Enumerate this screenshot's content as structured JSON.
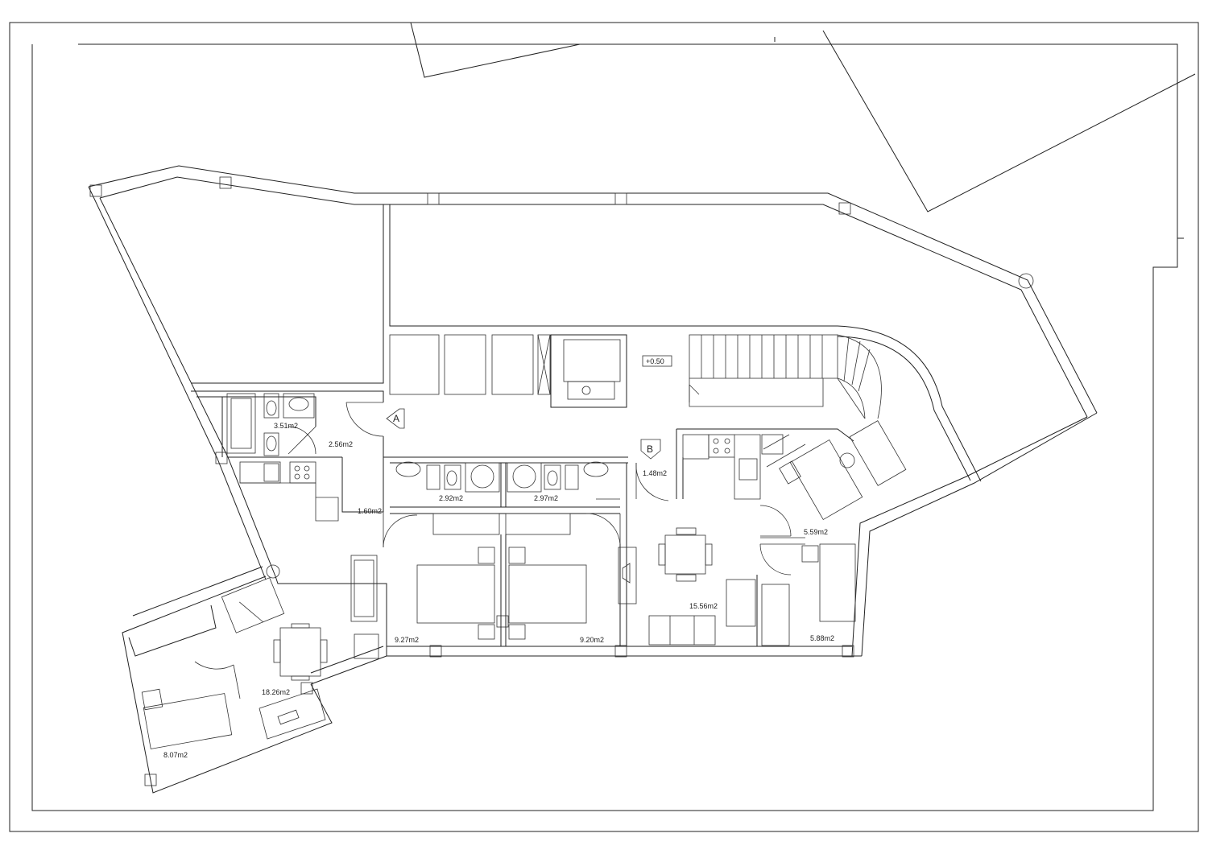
{
  "drawing": {
    "level_marker": "+0.50",
    "section_markers": [
      "A",
      "B"
    ]
  },
  "rooms": [
    {
      "id": "bath-left",
      "area": "3.51m2"
    },
    {
      "id": "hall-left",
      "area": "2.56m2"
    },
    {
      "id": "corridor-left",
      "area": "1.60m2"
    },
    {
      "id": "bath-center-left",
      "area": "2.92m2"
    },
    {
      "id": "bath-center-right",
      "area": "2.97m2"
    },
    {
      "id": "hall-right",
      "area": "1.48m2"
    },
    {
      "id": "terrace-right",
      "area": "5.59m2"
    },
    {
      "id": "living-right",
      "area": "15.56m2"
    },
    {
      "id": "bedroom-right",
      "area": "5.88m2"
    },
    {
      "id": "bedroom-center-left",
      "area": "9.27m2"
    },
    {
      "id": "bedroom-center-right",
      "area": "9.20m2"
    },
    {
      "id": "living-left",
      "area": "18.26m2"
    },
    {
      "id": "bedroom-left",
      "area": "8.07m2"
    }
  ]
}
